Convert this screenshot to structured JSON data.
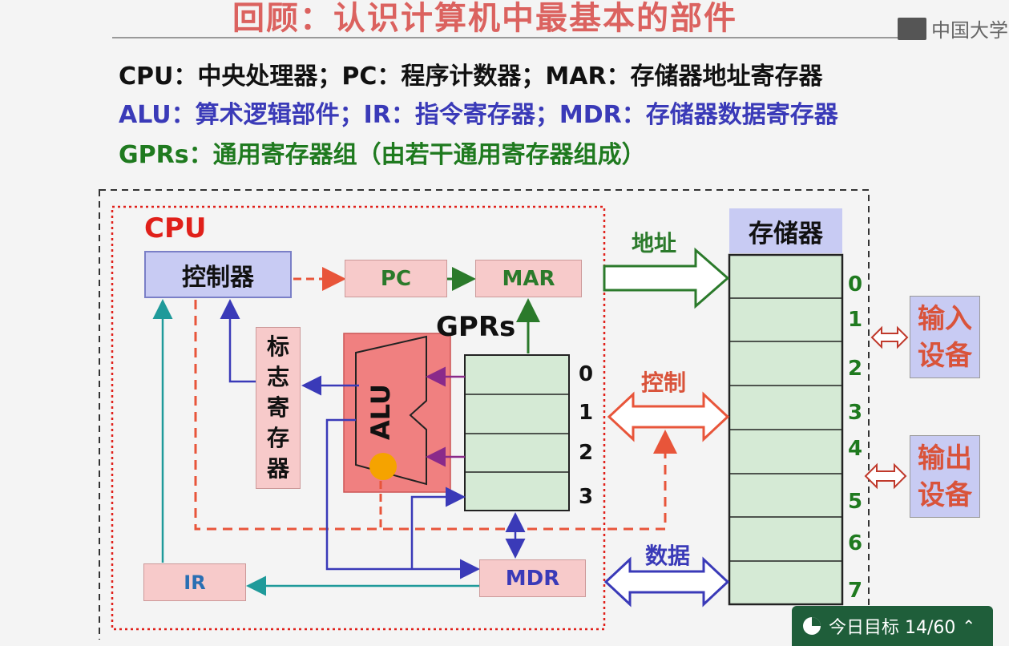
{
  "slide": {
    "title": "回顾：认识计算机中最基本的部件",
    "logo_text": "中国大学"
  },
  "legend": {
    "line1": "CPU：中央处理器；PC：程序计数器；MAR：存储器地址寄存器",
    "line2": "ALU：算术逻辑部件；IR：指令寄存器；MDR：存储器数据寄存器",
    "line3": "GPRs：通用寄存器组（由若干通用寄存器组成）"
  },
  "diagram": {
    "cpu_label": "CPU",
    "controller": "控制器",
    "pc": "PC",
    "mar": "MAR",
    "gprs": "GPRs",
    "alu": "ALU",
    "flag_register": [
      "标",
      "志",
      "寄",
      "存",
      "器"
    ],
    "ir": "IR",
    "mdr": "MDR",
    "memory": "存储器",
    "bus_address": "地址",
    "bus_control": "控制",
    "bus_data": "数据",
    "input_device": [
      "输入",
      "设备"
    ],
    "output_device": [
      "输出",
      "设备"
    ],
    "gpr_indices": [
      "0",
      "1",
      "2",
      "3"
    ],
    "memory_indices": [
      "0",
      "1",
      "2",
      "3",
      "4",
      "5",
      "6",
      "7"
    ],
    "colors": {
      "red": "#e0201a",
      "orange": "#e8553a",
      "green": "#2b7a2b",
      "blue": "#3a3ab8",
      "teal": "#1f9a9a",
      "purple": "#8a2a8a"
    }
  },
  "task_widget": {
    "label": "今日目标 14/60",
    "progress": 0.23
  }
}
